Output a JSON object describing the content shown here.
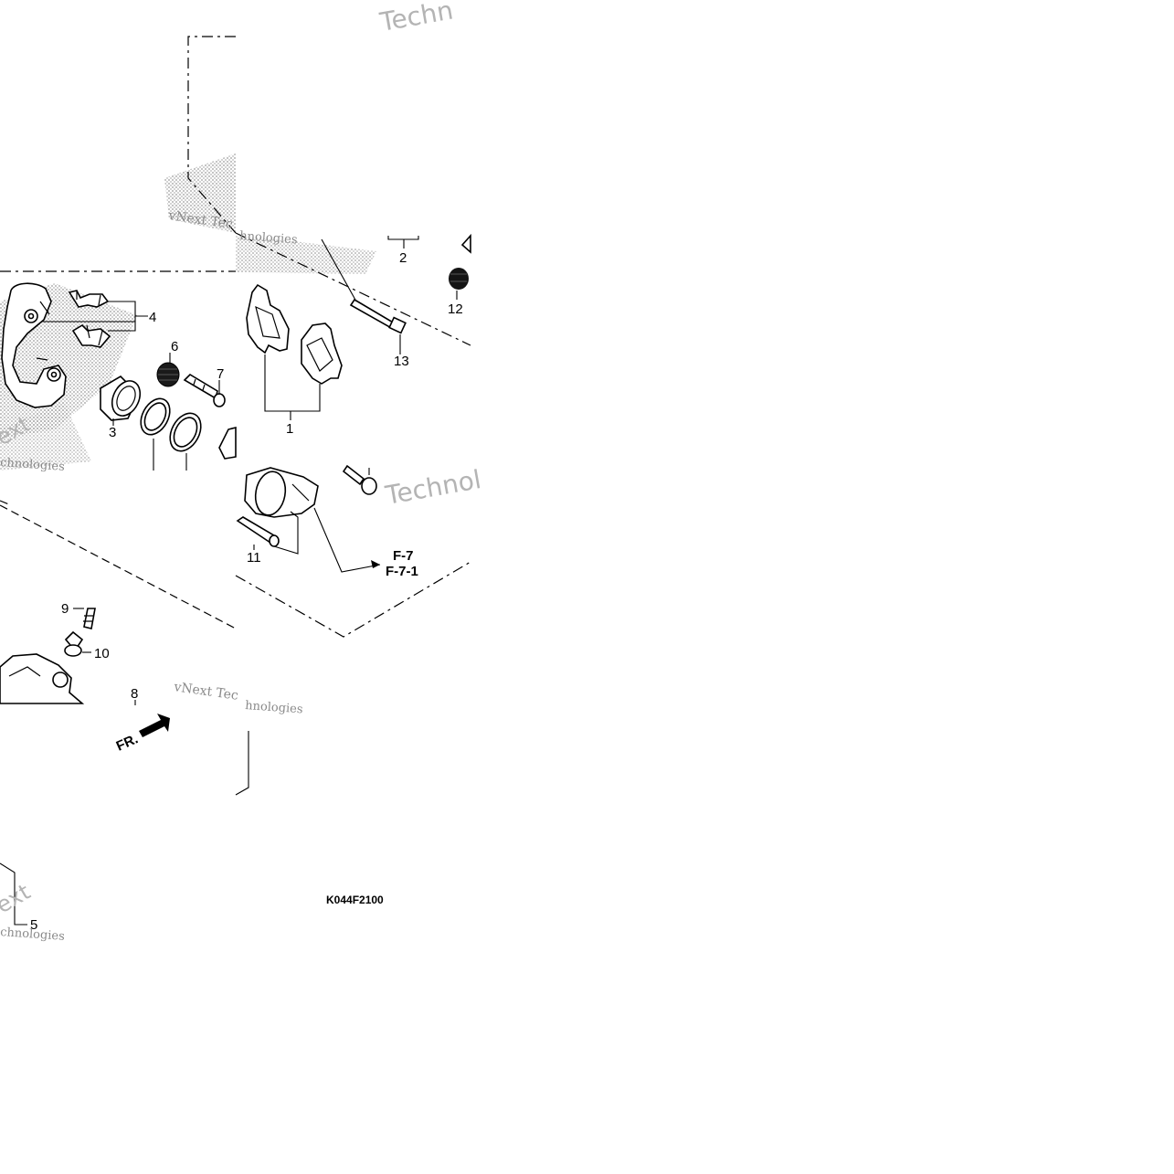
{
  "diagram": {
    "code": "K044F2100",
    "direction_label": "FR.",
    "section_refs": [
      "F-7",
      "F-7-1"
    ],
    "part_callouts": [
      "1",
      "2",
      "3",
      "4",
      "5",
      "6",
      "7",
      "8",
      "9",
      "10",
      "11",
      "12",
      "13"
    ],
    "watermarks": {
      "brand": "vNext Technologies",
      "word_1": "Techn",
      "word_2": "vNext Tec",
      "word_3": "hnologies",
      "word_4": "Technol",
      "word_5": "chnologies",
      "word_6": "ext",
      "word_7": "vNext Tec",
      "word_8": "hnologies",
      "word_9": "ext",
      "word_10": "chnologies"
    }
  }
}
